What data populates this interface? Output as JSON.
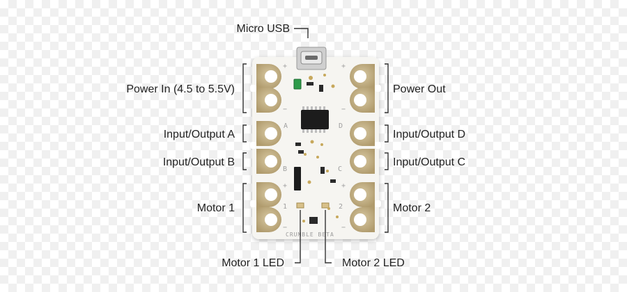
{
  "labels": {
    "micro_usb": "Micro USB",
    "power_in": "Power In (4.5 to 5.5V)",
    "power_out": "Power Out",
    "io_a": "Input/Output A",
    "io_b": "Input/Output B",
    "io_c": "Input/Output C",
    "io_d": "Input/Output D",
    "motor_1": "Motor 1",
    "motor_2": "Motor 2",
    "motor_1_led": "Motor 1 LED",
    "motor_2_led": "Motor 2 LED"
  },
  "board": {
    "name": "CRUMBLE BETA",
    "silk": {
      "plus": "+",
      "minus": "−",
      "a": "A",
      "b": "B",
      "c": "C",
      "d": "D",
      "one": "1",
      "two": "2"
    }
  },
  "colors": {
    "board": "#f6f5f1",
    "pad_gold": "#c3b188",
    "pad_gold_dark": "#a89467",
    "chip": "#1c1c1c"
  }
}
